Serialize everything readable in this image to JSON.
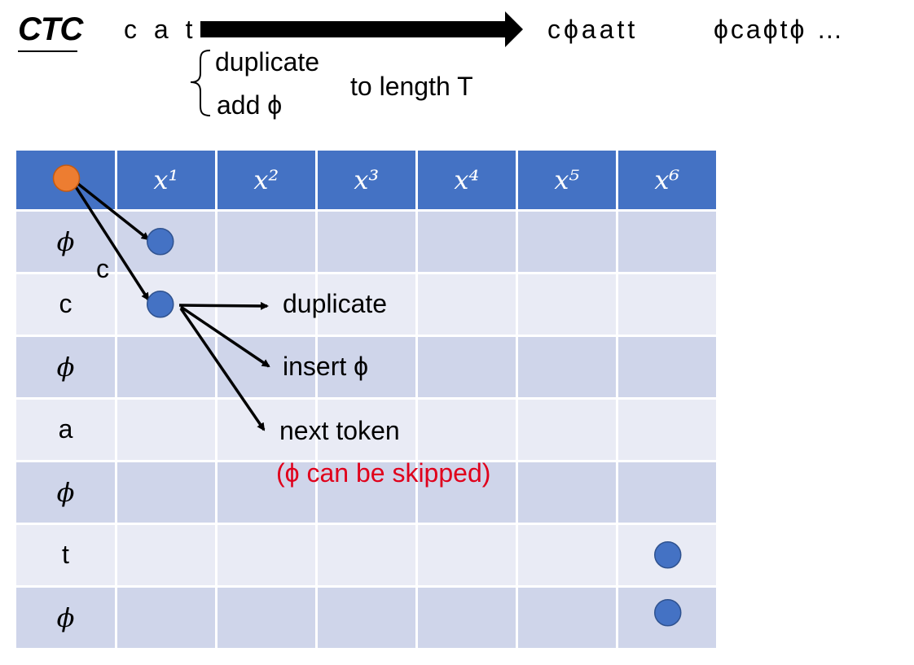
{
  "title": "CTC",
  "source_word": "c a t",
  "target_examples": [
    "cϕaatt",
    "ϕcaϕtϕ …"
  ],
  "brace_items": [
    "duplicate",
    "add ϕ"
  ],
  "brace_note": "to length T",
  "columns": [
    "x¹",
    "x²",
    "x³",
    "x⁴",
    "x⁵",
    "x⁶"
  ],
  "rows": [
    "ϕ",
    "c",
    "ϕ",
    "a",
    "ϕ",
    "t",
    "ϕ"
  ],
  "edge_label": "c",
  "annotations": {
    "duplicate": "duplicate",
    "insert": "insert ϕ",
    "next_token": "next token",
    "skip_note": "(ϕ can be skipped)"
  },
  "path_nodes": [
    {
      "row": 0,
      "col": 1
    },
    {
      "row": 1,
      "col": 1
    },
    {
      "row": 5,
      "col": 6
    },
    {
      "row": 6,
      "col": 6
    }
  ],
  "colors": {
    "header_bg": "#4472c4",
    "row_odd": "#cfd5ea",
    "row_even": "#e9ebf5",
    "node_blue": "#4472c4",
    "start_orange": "#ed7d31",
    "skip_red": "#e0001b"
  }
}
